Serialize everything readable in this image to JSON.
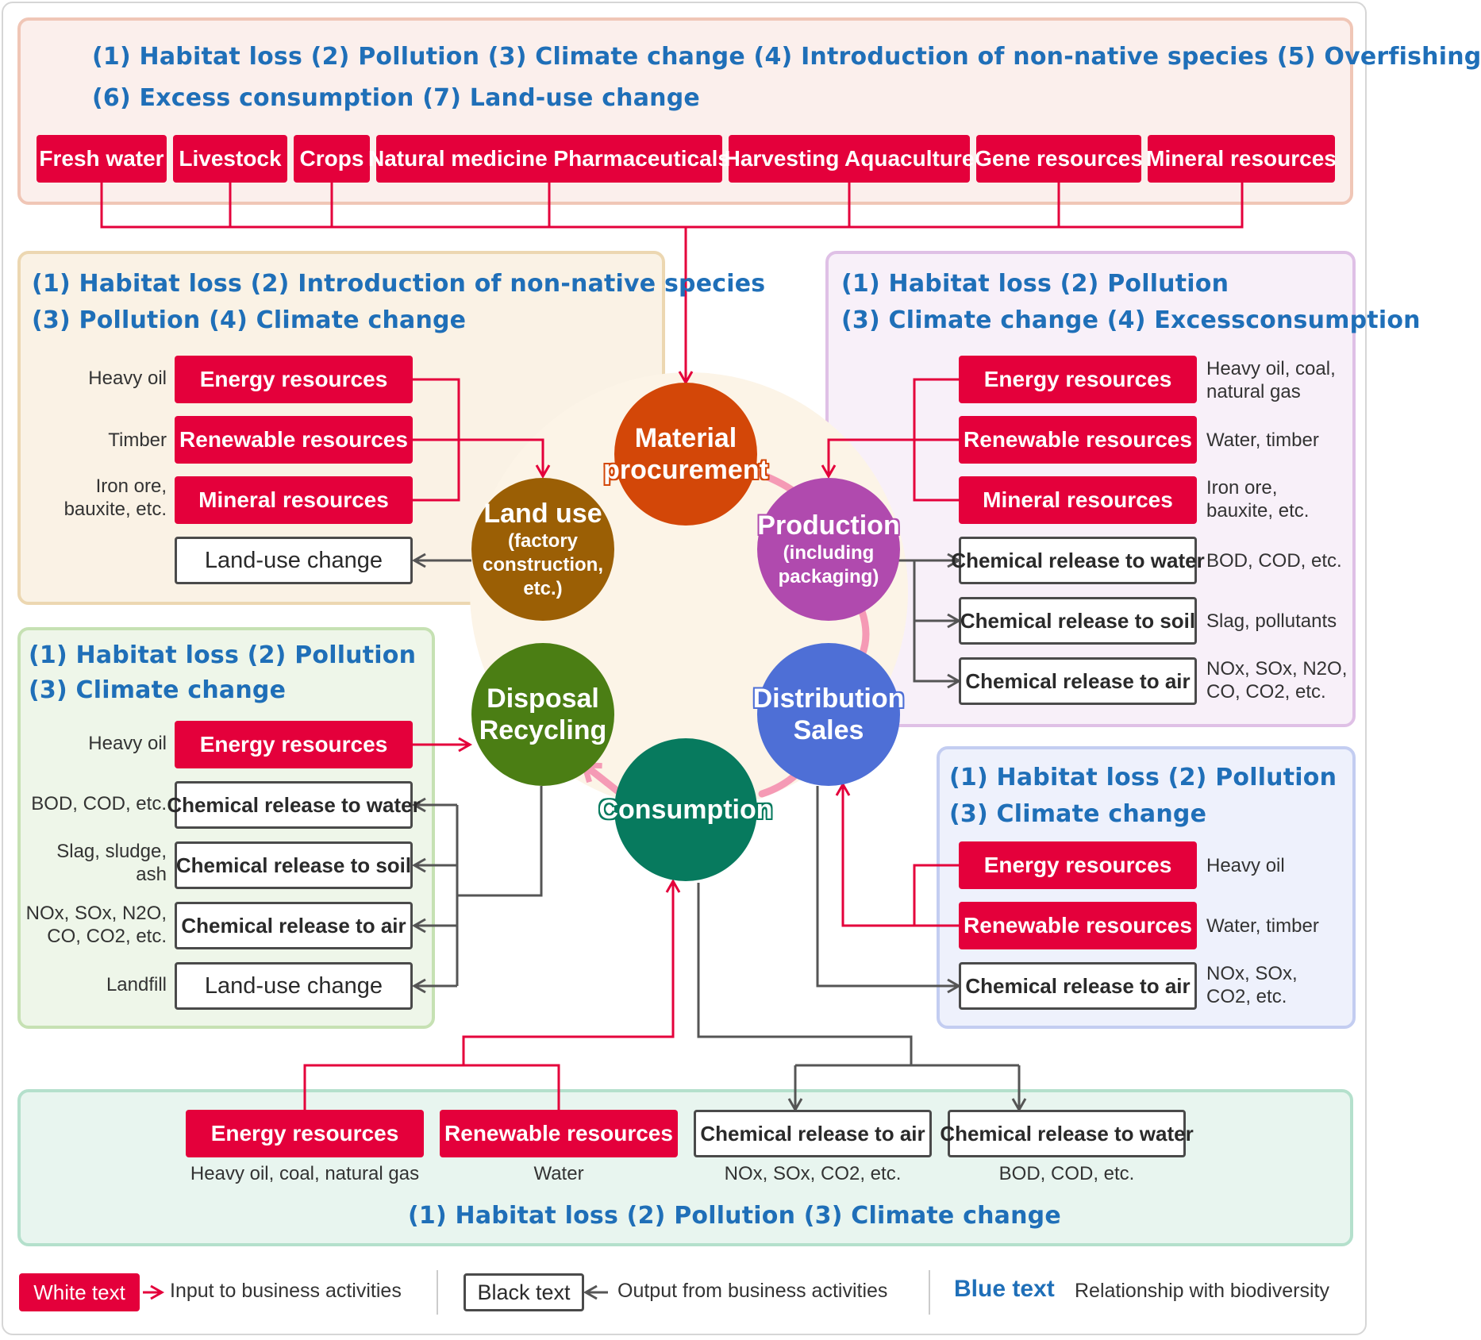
{
  "top": {
    "impacts_line1": "(1) Habitat loss  (2) Pollution  (3) Climate change  (4) Introduction of non-native species  (5) Overfishing",
    "impacts_line2": "(6) Excess consumption  (7) Land-use change",
    "resources": [
      "Fresh water",
      "Livestock",
      "Crops",
      "Natural medicine Pharmaceuticals",
      "Harvesting Aquaculture",
      "Gene resources",
      "Mineral resources"
    ]
  },
  "land_use": {
    "impacts_line1": "(1) Habitat loss  (2) Introduction of non-native species",
    "impacts_line2": "(3) Pollution  (4) Climate change",
    "inputs": [
      {
        "label": "Energy resources",
        "note": "Heavy oil"
      },
      {
        "label": "Renewable resources",
        "note": "Timber"
      },
      {
        "label": "Mineral resources",
        "note": "Iron ore,\nbauxite, etc."
      }
    ],
    "outputs": [
      {
        "label": "Land-use change"
      }
    ]
  },
  "production": {
    "impacts_line1": "(1) Habitat loss  (2) Pollution",
    "impacts_line2": "(3) Climate change  (4) Excessconsumption",
    "inputs": [
      {
        "label": "Energy resources",
        "note": "Heavy oil, coal,\nnatural gas"
      },
      {
        "label": "Renewable resources",
        "note": "Water, timber"
      },
      {
        "label": "Mineral resources",
        "note": "Iron ore,\nbauxite, etc."
      }
    ],
    "outputs": [
      {
        "label": "Chemical release to water",
        "note": "BOD, COD, etc."
      },
      {
        "label": "Chemical release to soil",
        "note": "Slag, pollutants"
      },
      {
        "label": "Chemical release to air",
        "note": "NOx, SOx, N2O,\nCO, CO2, etc."
      }
    ]
  },
  "disposal": {
    "impacts_line1": "(1) Habitat loss  (2) Pollution",
    "impacts_line2": "(3) Climate change",
    "inputs": [
      {
        "label": "Energy resources",
        "note": "Heavy oil"
      }
    ],
    "outputs": [
      {
        "label": "Chemical release to water",
        "note": "BOD, COD, etc."
      },
      {
        "label": "Chemical release to soil",
        "note": "Slag, sludge,\nash"
      },
      {
        "label": "Chemical release to air",
        "note": "NOx, SOx, N2O,\nCO, CO2, etc."
      },
      {
        "label": "Land-use change",
        "note": "Landfill"
      }
    ]
  },
  "distribution": {
    "impacts_line1": "(1) Habitat loss  (2) Pollution",
    "impacts_line2": "(3) Climate change",
    "inputs": [
      {
        "label": "Energy resources",
        "note": "Heavy oil"
      },
      {
        "label": "Renewable resources",
        "note": "Water, timber"
      }
    ],
    "outputs": [
      {
        "label": "Chemical release to air",
        "note": "NOx, SOx,\nCO2, etc."
      }
    ]
  },
  "consumption": {
    "impacts": "(1) Habitat loss  (2) Pollution  (3) Climate change",
    "inputs": [
      {
        "label": "Energy resources",
        "note": "Heavy oil, coal, natural gas"
      },
      {
        "label": "Renewable resources",
        "note": "Water"
      }
    ],
    "outputs": [
      {
        "label": "Chemical release to air",
        "note": "NOx, SOx, CO2, etc."
      },
      {
        "label": "Chemical release to water",
        "note": "BOD, COD, etc."
      }
    ]
  },
  "cycle": {
    "material": {
      "line1": "Material",
      "line2": "procurement",
      "color": "#d34708"
    },
    "landuse": {
      "line1": "Land use",
      "line2": "(factory",
      "line3": "construction, etc.)",
      "color": "#9b5f05"
    },
    "production": {
      "line1": "Production",
      "line2": "(including",
      "line3": "packaging)",
      "color": "#b04aae"
    },
    "distribution": {
      "line1": "Distribution",
      "line2": "Sales",
      "color": "#4e6fd6"
    },
    "consumption": {
      "line1": "Consumption",
      "color": "#077a5e"
    },
    "disposal": {
      "line1": "Disposal",
      "line2": "Recycling",
      "color": "#4b7e14"
    }
  },
  "legend": {
    "white_text": "White text",
    "input_desc": "Input to business activities",
    "black_text": "Black text",
    "output_desc": "Output from business activities",
    "blue_text": "Blue text",
    "blue_desc": "Relationship with biodiversity"
  },
  "colors": {
    "input": "#e4003b",
    "output_border": "#4a4a4a",
    "impact_text": "#1f6fb8",
    "cycle_arrow": "#f59ab5"
  }
}
